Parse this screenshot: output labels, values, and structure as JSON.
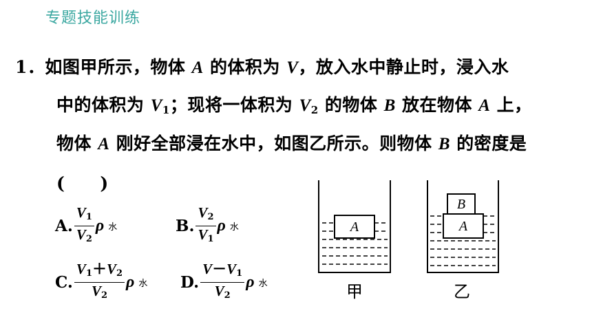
{
  "header": {
    "title": "专题技能训练"
  },
  "question": {
    "number": "1．",
    "line1_a": "如图甲所示，物体 ",
    "line1_A": "A",
    "line1_b": " 的体积为 ",
    "line1_V": "V",
    "line1_c": "，放入水中静止时，浸入水",
    "line2_a": "中的体积为 ",
    "line2_V1": "V",
    "line2_V1sub": "1",
    "line2_b": "；现将一体积为 ",
    "line2_V2": "V",
    "line2_V2sub": "2",
    "line2_c": " 的物体 ",
    "line2_B": "B",
    "line2_d": " 放在物体 ",
    "line2_A": "A",
    "line2_e": " 上，",
    "line3_a": "物体 ",
    "line3_A": "A",
    "line3_b": " 刚好全部浸在水中，如图乙所示。则物体 ",
    "line3_B": "B",
    "line3_c": " 的密度是",
    "blank": "(　　)"
  },
  "options": {
    "A": {
      "label": "A.",
      "num_var": "V",
      "num_sub": "1",
      "den_var": "V",
      "den_sub": "2",
      "rho": "ρ",
      "water": "水"
    },
    "B": {
      "label": "B.",
      "num_var": "V",
      "num_sub": "2",
      "den_var": "V",
      "den_sub": "1",
      "rho": "ρ",
      "water": "水"
    },
    "C": {
      "label": "C.",
      "num_v1": "V",
      "num_sub1": "1",
      "op": "＋",
      "num_v2": "V",
      "num_sub2": "2",
      "den_var": "V",
      "den_sub": "2",
      "rho": "ρ",
      "water": "水"
    },
    "D": {
      "label": "D.",
      "num_v1": "V",
      "op": "－",
      "num_v2": "V",
      "num_sub2": "1",
      "den_var": "V",
      "den_sub": "2",
      "rho": "ρ",
      "water": "水"
    }
  },
  "figure": {
    "left": {
      "block_label": "A",
      "caption": "甲"
    },
    "right": {
      "top_block_label": "B",
      "bottom_block_label": "A",
      "caption": "乙"
    }
  }
}
